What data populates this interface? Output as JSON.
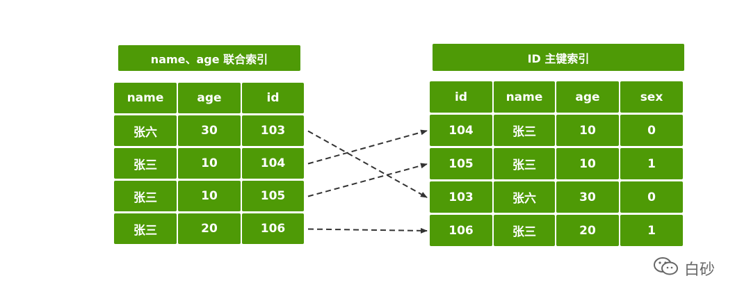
{
  "left_index": {
    "title": "name、age 联合索引",
    "headers": [
      "name",
      "age",
      "id"
    ],
    "rows": [
      [
        "张六",
        "30",
        "103"
      ],
      [
        "张三",
        "10",
        "104"
      ],
      [
        "张三",
        "10",
        "105"
      ],
      [
        "张三",
        "20",
        "106"
      ]
    ]
  },
  "right_index": {
    "title": "ID 主键索引",
    "headers": [
      "id",
      "name",
      "age",
      "sex"
    ],
    "rows": [
      [
        "104",
        "张三",
        "10",
        "0"
      ],
      [
        "105",
        "张三",
        "10",
        "1"
      ],
      [
        "103",
        "张六",
        "30",
        "0"
      ],
      [
        "106",
        "张三",
        "20",
        "1"
      ]
    ]
  },
  "arrows": [
    {
      "from_left_row": 0,
      "to_right_row": 2
    },
    {
      "from_left_row": 1,
      "to_right_row": 0
    },
    {
      "from_left_row": 2,
      "to_right_row": 1
    },
    {
      "from_left_row": 3,
      "to_right_row": 3
    }
  ],
  "watermark": {
    "text": "白砂",
    "icon": "wechat-icon"
  },
  "colors": {
    "cell_green": "#4e9a06",
    "arrow": "#333333"
  }
}
